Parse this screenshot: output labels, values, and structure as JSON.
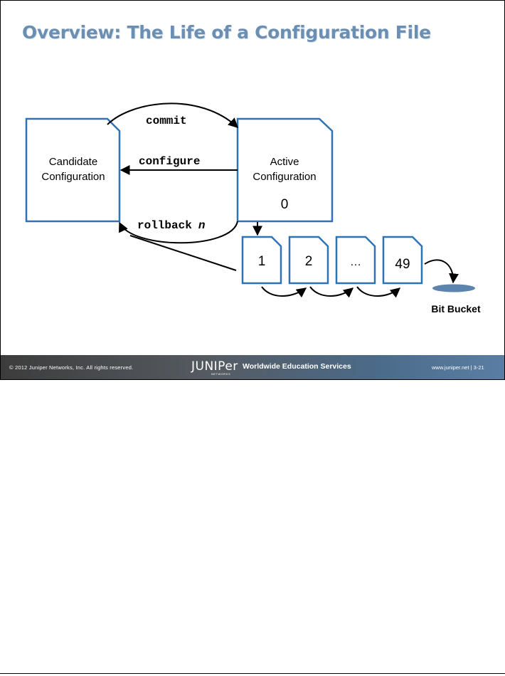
{
  "slide": {
    "title": "Overview: The Life of a Configuration File"
  },
  "diagram": {
    "candidate": {
      "line1": "Candidate",
      "line2": "Configuration"
    },
    "active": {
      "line1": "Active",
      "line2": "Configuration",
      "number": "0"
    },
    "commands": {
      "commit": "commit",
      "configure": "configure",
      "rollback": "rollback",
      "rollback_var": "n"
    },
    "rollback_files": [
      "1",
      "2",
      "…",
      "49"
    ],
    "bit_bucket": "Bit Bucket",
    "colors": {
      "doc_border": "#2e74b5",
      "bucket": "#5c84ad"
    }
  },
  "footer": {
    "copyright": "© 2012 Juniper Networks, Inc. All rights reserved.",
    "logo_text": "JUNIPer",
    "logo_sub": "NETWORKS",
    "tagline": "Worldwide Education Services",
    "url_page": "www.juniper.net | 3-21"
  }
}
